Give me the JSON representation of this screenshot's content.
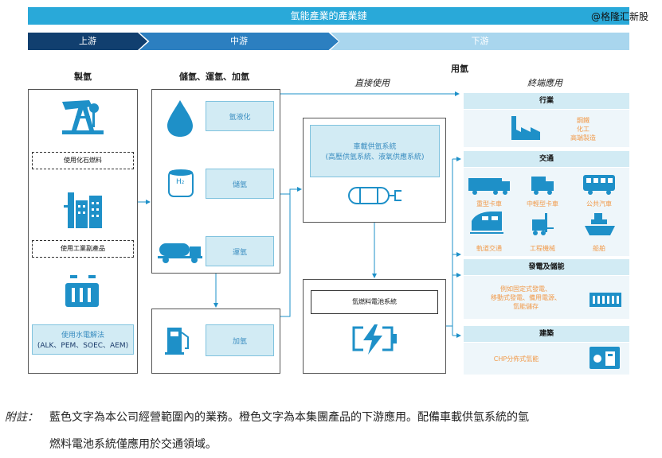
{
  "title": "氫能產業的產業鏈",
  "watermark": "@格隆汇新股",
  "stages": {
    "upstream": "上游",
    "midstream": "中游",
    "downstream": "下游"
  },
  "columns": {
    "production": "製氫",
    "storage": "儲氫、運氫、加氫",
    "use_hydrogen": "用氫",
    "direct_use": "直接使用",
    "end_use": "終端應用"
  },
  "production": {
    "fossil": "使用化石燃料",
    "industrial": "使用工業副產品",
    "electrolysis_line1": "使用水電解法",
    "electrolysis_line2": "(ALK、PEM、SOEC、AEM)"
  },
  "storage": {
    "liquefaction": "氫液化",
    "storage": "儲氫",
    "transport": "運氫",
    "refuel": "加氫",
    "h2_symbol": "H₂"
  },
  "direct": {
    "vehicle_line1": "車載供氫系統",
    "vehicle_line2": "(高壓供氫系統、液氧供應系統)",
    "fuelcell": "氫燃料電池系統"
  },
  "end_use": {
    "industry": {
      "header": "行業",
      "items": [
        "鋼鐵",
        "化工",
        "高端製造"
      ]
    },
    "transport": {
      "header": "交通",
      "items": [
        "重型卡車",
        "中輕型卡車",
        "公共汽車",
        "軌道交通",
        "工程機械",
        "船舶"
      ]
    },
    "power": {
      "header": "發電及儲能",
      "line1": "例如固定式發電、",
      "line2": "移動式發電、備用電源、",
      "line3": "氫能儲存"
    },
    "building": {
      "header": "建築",
      "text": "CHP分佈式氫能"
    }
  },
  "note": {
    "label": "附註：",
    "line1": "藍色文字為本公司經營範圍內的業務。橙色文字為本集團產品的下游應用。配備車載供氫系統的氫",
    "line2": "燃料電池系統僅應用於交通領域。"
  },
  "colors": {
    "banner": "#29a9d9",
    "upstream": "#113f6f",
    "midstream": "#2c7fc0",
    "downstream": "#a9d6ee",
    "icon": "#1e90c8",
    "orange": "#f19a4a",
    "light_box": "#d2ebf4"
  }
}
